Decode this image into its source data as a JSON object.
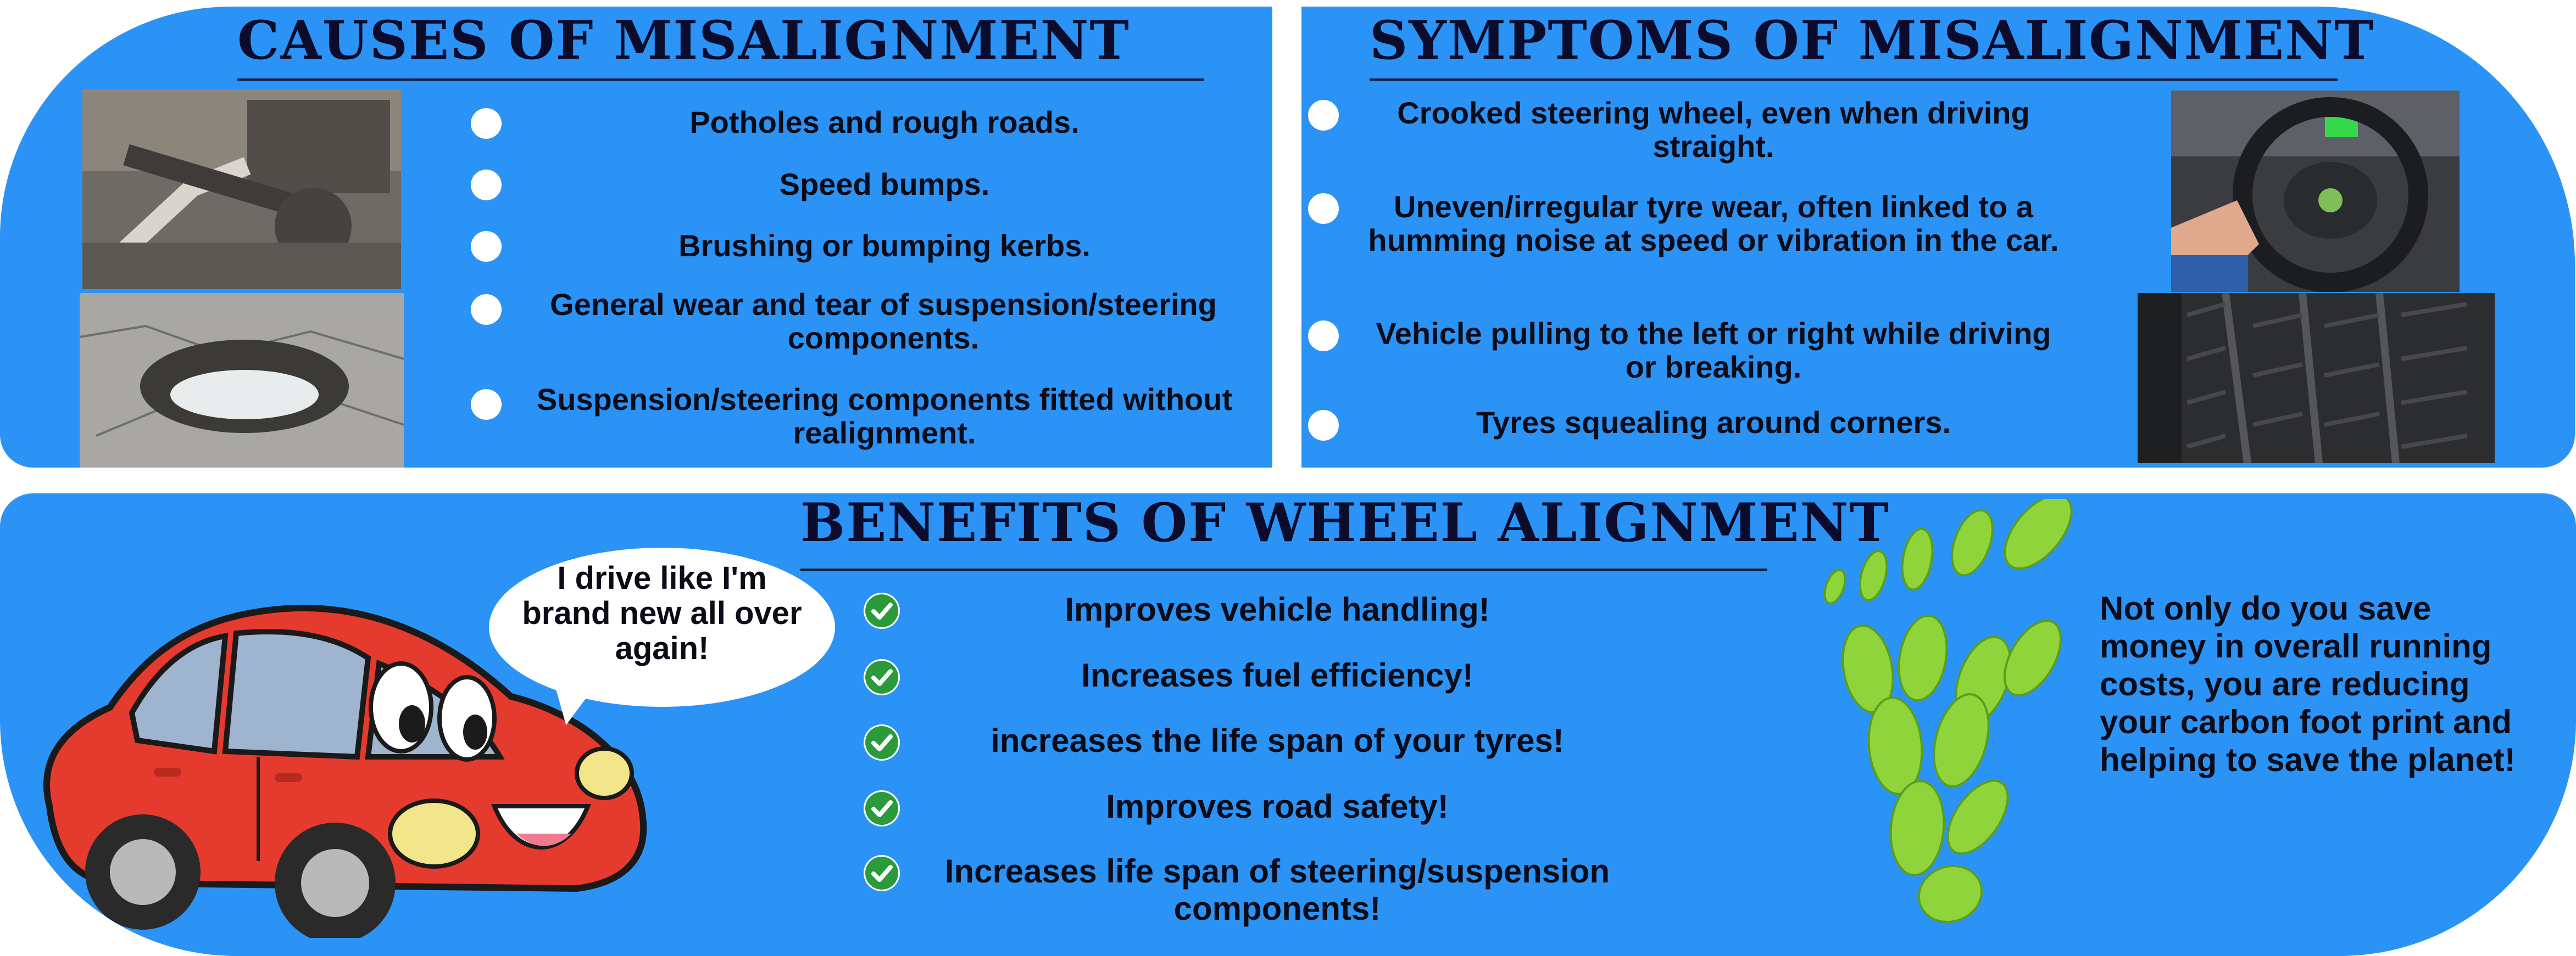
{
  "causes": {
    "title": "CAUSES OF MISALIGNMENT",
    "images": [
      "suspension-photo",
      "pothole-photo"
    ],
    "items": [
      "Potholes and rough roads.",
      "Speed bumps.",
      "Brushing or bumping kerbs.",
      "General wear and tear of suspension/steering components.",
      "Suspension/steering components fitted without realignment."
    ]
  },
  "symptoms": {
    "title": "SYMPTOMS OF MISALIGNMENT",
    "images": [
      "steering-wheel-photo",
      "tyre-tread-photo"
    ],
    "items": [
      "Crooked steering wheel, even when driving straight.",
      "Uneven/irregular tyre wear, often linked to a humming noise at speed or vibration in the car.",
      "Vehicle pulling to the left or right while driving or breaking.",
      "Tyres squealing around corners."
    ]
  },
  "benefits": {
    "title": "BENEFITS OF WHEEL ALIGNMENT",
    "speech": "I drive like I'm brand new all over again!",
    "items": [
      "Improves vehicle handling!",
      "Increases fuel efficiency!",
      "increases the life span of your tyres!",
      "Improves road safety!",
      "Increases life span of steering/suspension components!"
    ],
    "planet_note": "Not only do you save money in overall running costs, you are reducing your carbon foot print and helping to save the planet!",
    "images": [
      "cartoon-car",
      "leaf-footprint-icon"
    ]
  },
  "colors": {
    "panel_blue": "#2b93f5",
    "heading": "#0b0b2b",
    "check_green": "#2a9a3a",
    "car_red": "#e53a2e",
    "leaf_green": "#8fd43a"
  }
}
